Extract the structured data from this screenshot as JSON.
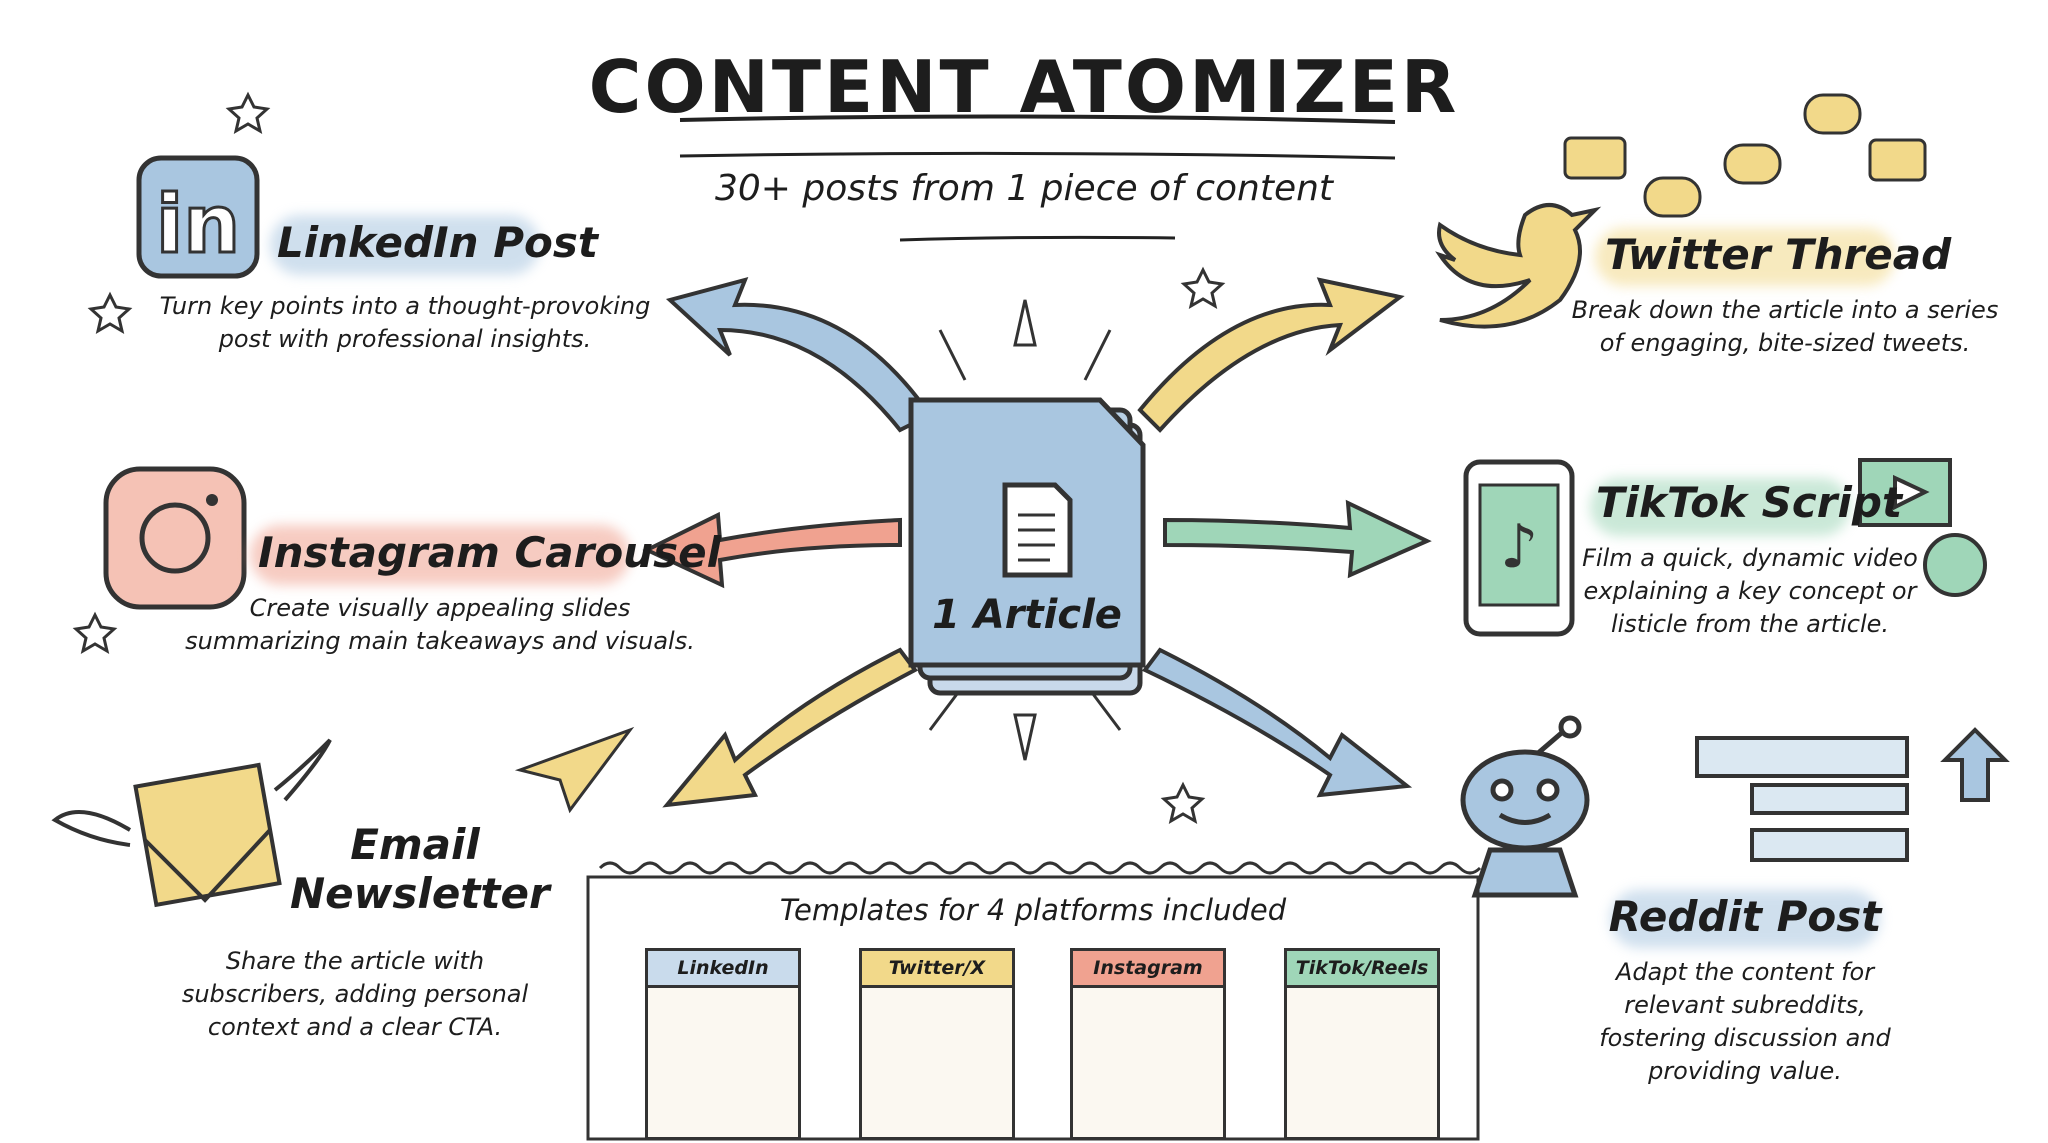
{
  "header": {
    "title": "CONTENT ATOMIZER",
    "subtitle": "30+ posts from 1 piece of content"
  },
  "center": {
    "label": "1 Article",
    "icon": "document-stack-icon"
  },
  "platforms": {
    "linkedin": {
      "title": "LinkedIn Post",
      "description": [
        "Turn key points into a thought-provoking",
        "post with professional insights."
      ],
      "icon": "linkedin-icon"
    },
    "instagram": {
      "title": "Instagram Carousel",
      "description": [
        "Create visually appealing slides",
        "summarizing main takeaways and visuals."
      ],
      "icon": "instagram-icon"
    },
    "email": {
      "title": [
        "Email",
        "Newsletter"
      ],
      "description": [
        "Share the article with",
        "subscribers, adding personal",
        "context and a clear CTA."
      ],
      "icon": "envelope-icon"
    },
    "twitter": {
      "title": "Twitter Thread",
      "description": [
        "Break down the article into a series",
        "of engaging, bite-sized tweets."
      ],
      "icon": "twitter-bird-icon"
    },
    "tiktok": {
      "title": "TikTok Script",
      "description": [
        "Film a quick, dynamic video",
        "explaining a key concept or",
        "listicle from the article."
      ],
      "icon": "tiktok-icon"
    },
    "reddit": {
      "title": "Reddit Post",
      "description": [
        "Adapt the content for",
        "relevant subreddits,",
        "fostering discussion and",
        "providing value."
      ],
      "icon": "reddit-icon"
    }
  },
  "templates": {
    "heading": "Templates for 4 platforms included",
    "cards": [
      "LinkedIn",
      "Twitter/X",
      "Instagram",
      "TikTok/Reels"
    ]
  },
  "colors": {
    "blue": "#a9c6e0",
    "yellow": "#f2d98a",
    "red": "#f0a290",
    "green": "#9fd6b8",
    "ink": "#1d1d1d"
  }
}
